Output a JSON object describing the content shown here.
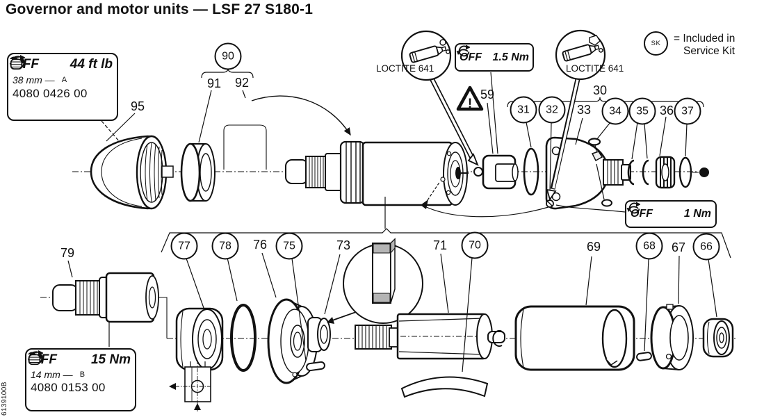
{
  "title": "Governor and motor units  — LSF 27 S180-1",
  "doc_number": "6139100B",
  "legend": {
    "symbol": "SK",
    "line1": "= Included in",
    "line2": "Service Kit"
  },
  "torque_box_a": {
    "action": "OFF",
    "torque": "44 ft lb",
    "wrench_size": "38 mm —",
    "wrench_ref": "A",
    "part_no": "4080 0426 00"
  },
  "torque_box_b": {
    "action": "OFF",
    "torque": "15 Nm",
    "wrench_size": "14 mm —",
    "wrench_ref": "B",
    "part_no": "4080 0153 00"
  },
  "torque_inline_top": {
    "action": "OFF",
    "torque": "1.5 Nm"
  },
  "torque_inline_right": {
    "action": "OFF",
    "torque": "1 Nm"
  },
  "adhesive_left": "LOCTITE 641",
  "adhesive_right": "LOCTITE 641",
  "warning_mark": "!",
  "labels": {
    "p90": {
      "text": "90",
      "in_service_kit": true
    },
    "p91": {
      "text": "91",
      "in_service_kit": false
    },
    "p92": {
      "text": "92",
      "in_service_kit": false
    },
    "p95": {
      "text": "95",
      "in_service_kit": false
    },
    "p59": {
      "text": "59",
      "in_service_kit": false
    },
    "p30": {
      "text": "30",
      "in_service_kit": false
    },
    "p31": {
      "text": "31",
      "in_service_kit": true
    },
    "p32": {
      "text": "32",
      "in_service_kit": true
    },
    "p33": {
      "text": "33",
      "in_service_kit": false
    },
    "p34": {
      "text": "34",
      "in_service_kit": true
    },
    "p35": {
      "text": "35",
      "in_service_kit": true
    },
    "p36": {
      "text": "36",
      "in_service_kit": false
    },
    "p37": {
      "text": "37",
      "in_service_kit": true
    },
    "p79": {
      "text": "79",
      "in_service_kit": false
    },
    "p77": {
      "text": "77",
      "in_service_kit": true
    },
    "p78": {
      "text": "78",
      "in_service_kit": true
    },
    "p76": {
      "text": "76",
      "in_service_kit": false
    },
    "p75": {
      "text": "75",
      "in_service_kit": true
    },
    "p73": {
      "text": "73",
      "in_service_kit": false
    },
    "p71": {
      "text": "71",
      "in_service_kit": false
    },
    "p70": {
      "text": "70",
      "in_service_kit": true
    },
    "p69": {
      "text": "69",
      "in_service_kit": false
    },
    "p68": {
      "text": "68",
      "in_service_kit": true
    },
    "p67": {
      "text": "67",
      "in_service_kit": false
    },
    "p66": {
      "text": "66",
      "in_service_kit": true
    }
  }
}
